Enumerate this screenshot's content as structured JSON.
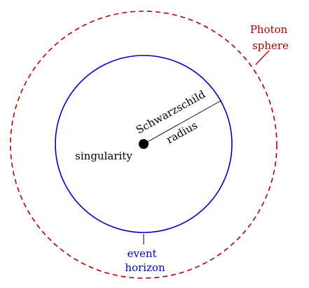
{
  "labels": {
    "photon_line1": "Photon",
    "photon_line2": "sphere",
    "radius_line1": "Schwarzschild",
    "radius_line2": "radius",
    "singularity": "singularity",
    "horizon_line1": "event",
    "horizon_line2": "horizon"
  },
  "colors": {
    "photon_sphere": "#b00000",
    "event_horizon": "#0000b8",
    "ink": "#000000"
  }
}
